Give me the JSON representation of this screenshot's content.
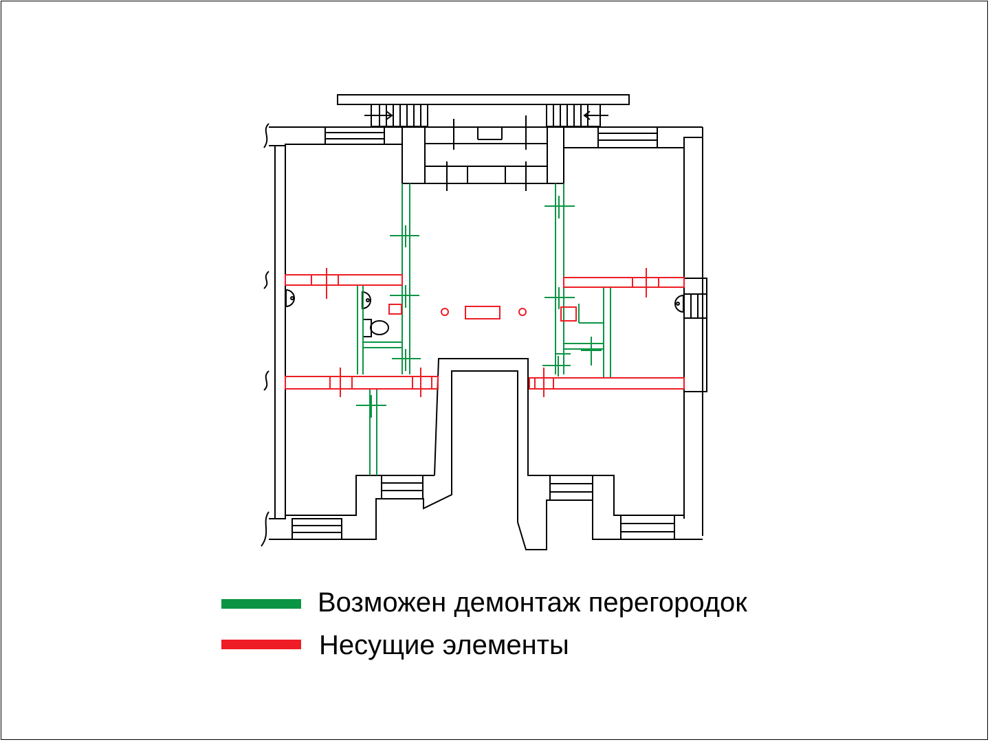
{
  "colors": {
    "removable": "#0a9444",
    "load_bearing": "#ee1c24",
    "walls": "#000000"
  },
  "legend": [
    {
      "label": "Возможен демонтаж перегородок",
      "color_key": "removable"
    },
    {
      "label": "Несущие элементы",
      "color_key": "load_bearing"
    }
  ]
}
